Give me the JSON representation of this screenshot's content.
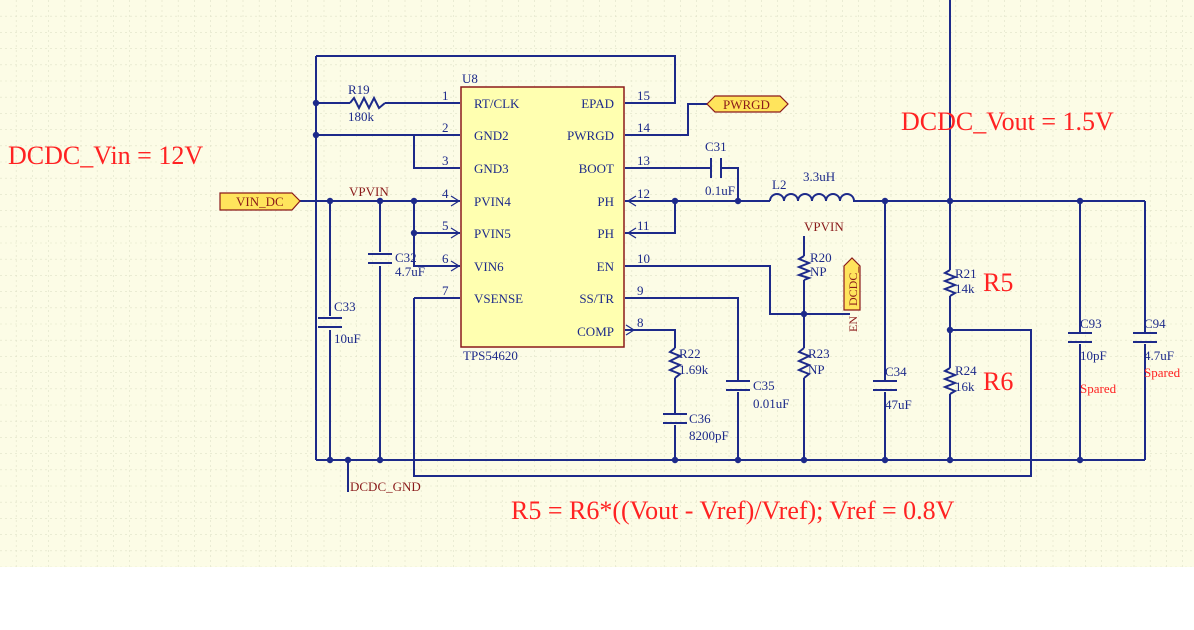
{
  "annotations": {
    "vin": "DCDC_Vin = 12V",
    "vout": "DCDC_Vout = 1.5V",
    "formula": "R5 = R6*((Vout - Vref)/Vref); Vref = 0.8V",
    "r5": "R5",
    "r6": "R6",
    "spared_c93": "Spared",
    "spared_c94": "Spared"
  },
  "ic": {
    "ref": "U8",
    "part": "TPS54620",
    "left_pins": [
      {
        "num": "1",
        "name": "RT/CLK"
      },
      {
        "num": "2",
        "name": "GND2"
      },
      {
        "num": "3",
        "name": "GND3"
      },
      {
        "num": "4",
        "name": "PVIN4"
      },
      {
        "num": "5",
        "name": "PVIN5"
      },
      {
        "num": "6",
        "name": "VIN6"
      },
      {
        "num": "7",
        "name": "VSENSE"
      }
    ],
    "right_pins": [
      {
        "num": "15",
        "name": "EPAD"
      },
      {
        "num": "14",
        "name": "PWRGD"
      },
      {
        "num": "13",
        "name": "BOOT"
      },
      {
        "num": "12",
        "name": "PH"
      },
      {
        "num": "11",
        "name": "PH"
      },
      {
        "num": "10",
        "name": "EN"
      },
      {
        "num": "9",
        "name": "SS/TR"
      },
      {
        "num": "8",
        "name": "COMP"
      }
    ]
  },
  "ports": {
    "vin_dc": "VIN_DC",
    "pwrgd": "PWRGD",
    "dcdc": "DCDC_",
    "en": "EN"
  },
  "nets": {
    "vpvin_a": "VPVIN",
    "vpvin_b": "VPVIN",
    "gnd": "DCDC_GND"
  },
  "components": {
    "R19": {
      "ref": "R19",
      "value": "180k"
    },
    "C31": {
      "ref": "C31",
      "value": "0.1uF"
    },
    "L2": {
      "ref": "L2",
      "value": "3.3uH"
    },
    "C32": {
      "ref": "C32",
      "value": "4.7uF"
    },
    "C33": {
      "ref": "C33",
      "value": "10uF"
    },
    "R20": {
      "ref": "R20",
      "value": "NP"
    },
    "R23": {
      "ref": "R23",
      "value": "NP"
    },
    "R22": {
      "ref": "R22",
      "value": "1.69k"
    },
    "C36": {
      "ref": "C36",
      "value": "8200pF"
    },
    "C35": {
      "ref": "C35",
      "value": "0.01uF"
    },
    "C34": {
      "ref": "C34",
      "value": "47uF"
    },
    "R21": {
      "ref": "R21",
      "value": "14k"
    },
    "R24": {
      "ref": "R24",
      "value": "16k"
    },
    "C93": {
      "ref": "C93",
      "value": "10pF"
    },
    "C94": {
      "ref": "C94",
      "value": "4.7uF"
    }
  },
  "colors": {
    "sheet": "#FCFCE6",
    "wire": "#1d2a8a",
    "ic_fill": "#FFFFB0",
    "ic_border": "#8b1a1a",
    "annotation": "#ff2222",
    "port_fill": "#FFE45C"
  }
}
